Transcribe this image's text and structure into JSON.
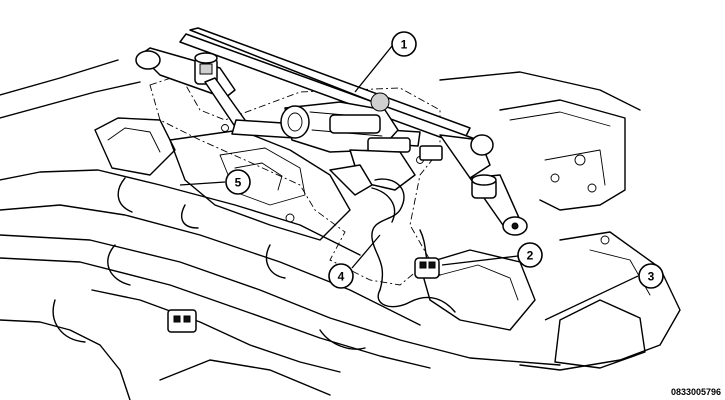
{
  "callouts": [
    {
      "id": "1",
      "label": "1"
    },
    {
      "id": "2",
      "label": "2"
    },
    {
      "id": "3",
      "label": "3"
    },
    {
      "id": "4",
      "label": "4"
    },
    {
      "id": "5",
      "label": "5"
    }
  ],
  "reference_number": "0833005796"
}
